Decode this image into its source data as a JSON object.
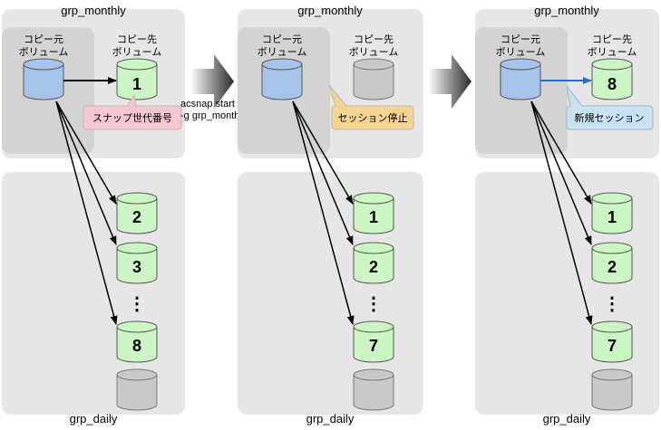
{
  "panels": [
    {
      "monthly_label": "grp_monthly",
      "daily_label": "grp_daily",
      "source_label_1": "コピー元",
      "source_label_2": "ボリューム",
      "target_label_1": "コピー先",
      "target_label_2": "ボリューム",
      "target_number": "1",
      "callout": "スナップ世代番号",
      "daily_numbers": [
        "2",
        "3",
        "8"
      ],
      "ellipsis": "⋮"
    },
    {
      "monthly_label": "grp_monthly",
      "daily_label": "grp_daily",
      "source_label_1": "コピー元",
      "source_label_2": "ボリューム",
      "target_label_1": "コピー先",
      "target_label_2": "ボリューム",
      "callout": "セッション停止",
      "daily_numbers": [
        "1",
        "2",
        "7"
      ],
      "ellipsis": "⋮"
    },
    {
      "monthly_label": "grp_monthly",
      "daily_label": "grp_daily",
      "source_label_1": "コピー元",
      "source_label_2": "ボリューム",
      "target_label_1": "コピー先",
      "target_label_2": "ボリューム",
      "target_number": "8",
      "callout": "新規セッション",
      "daily_numbers": [
        "1",
        "2",
        "7"
      ],
      "ellipsis": "⋮"
    }
  ],
  "command": {
    "line1": "acsnap start",
    "line2": "-g grp_monthly"
  },
  "colors": {
    "source_volume": "#a6c4ea",
    "target_volume": "#ccf5c4",
    "stopped_volume": "#c8c8c8",
    "group_bg": "#e6e6e6",
    "source_bg": "#d3d3d3",
    "callout_pink": "#f7c7d1",
    "callout_yellow": "#f7d590",
    "callout_blue": "#c8e2f2",
    "new_session_arrow": "#2a6cc4"
  }
}
